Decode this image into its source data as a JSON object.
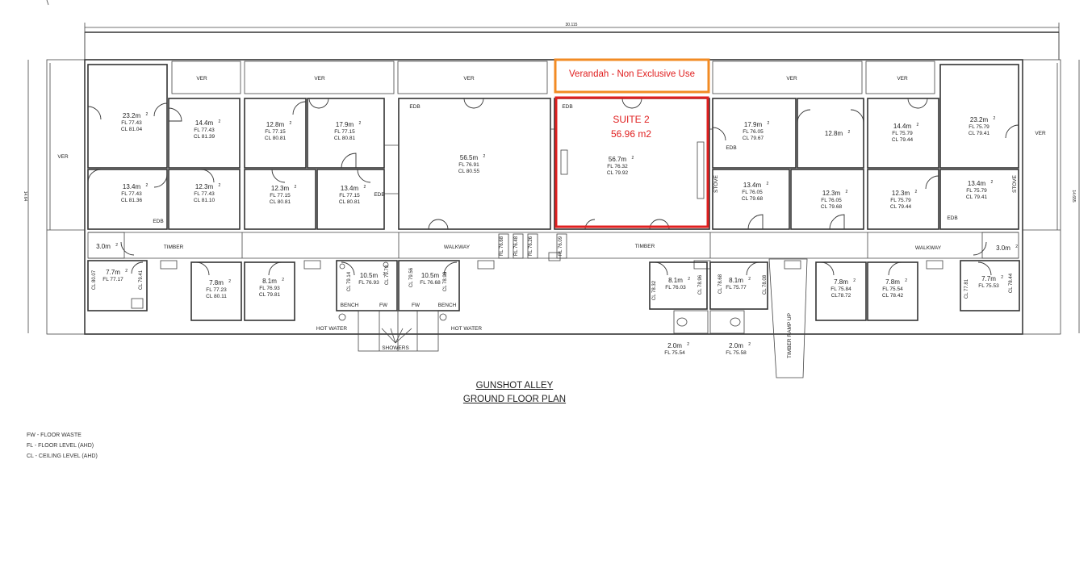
{
  "dimension_top": "30.115",
  "dimension_left": "14.64",
  "dimension_right": "14.655",
  "highlights": {
    "verandah_label": "Verandah - Non Exclusive Use",
    "suite_title": "SUITE 2",
    "suite_area": "56.96 m2",
    "suite_color": "#e02020",
    "verandah_color": "#f28b24"
  },
  "rooms": [
    {
      "area": "23.2m",
      "fl": "FL 77.43",
      "cl": "CL 81.04"
    },
    {
      "area": "14.4m",
      "fl": "FL 77.43",
      "cl": "CL 81.39"
    },
    {
      "area": "12.8m",
      "fl": "FL 77.15",
      "cl": "CL 80.81"
    },
    {
      "area": "17.9m",
      "fl": "FL 77.15",
      "cl": "CL 80.81"
    },
    {
      "area": "56.5m",
      "fl": "FL 76.91",
      "cl": "CL 80.55"
    },
    {
      "area": "56.7m",
      "fl": "FL 76.32",
      "cl": "CL 79.92"
    },
    {
      "area": "17.9m",
      "fl": "FL 76.05",
      "cl": "CL 79.67"
    },
    {
      "area": "12.8m",
      "fl": "",
      "cl": ""
    },
    {
      "area": "14.4m",
      "fl": "FL 75.79",
      "cl": "CL 79.44"
    },
    {
      "area": "23.2m",
      "fl": "FL 75.79",
      "cl": "CL 79.41"
    },
    {
      "area": "13.4m",
      "fl": "FL 77.43",
      "cl": "CL 81.36"
    },
    {
      "area": "12.3m",
      "fl": "FL 77.43",
      "cl": "CL 81.10"
    },
    {
      "area": "12.3m",
      "fl": "FL 77.15",
      "cl": "CL 80.81"
    },
    {
      "area": "13.4m",
      "fl": "FL 77.15",
      "cl": "CL 80.81"
    },
    {
      "area": "13.4m",
      "fl": "FL 76.05",
      "cl": "CL 79.68"
    },
    {
      "area": "12.3m",
      "fl": "FL 76.05",
      "cl": "CL 79.68"
    },
    {
      "area": "12.3m",
      "fl": "FL 75.79",
      "cl": "CL 79.44"
    },
    {
      "area": "13.4m",
      "fl": "FL 75.79",
      "cl": "CL 79.41"
    },
    {
      "area": "3.0m",
      "fl": "",
      "cl": ""
    },
    {
      "area": "3.0m",
      "fl": "",
      "cl": ""
    },
    {
      "area": "7.7m",
      "fl": "FL 77.17",
      "cl": ""
    },
    {
      "area": "7.8m",
      "fl": "FL 77.23",
      "cl": "CL 80.11"
    },
    {
      "area": "8.1m",
      "fl": "FL 76.93",
      "cl": "CL 79.81"
    },
    {
      "area": "10.5m",
      "fl": "FL 76.93",
      "cl": ""
    },
    {
      "area": "10.5m",
      "fl": "FL 76.68",
      "cl": ""
    },
    {
      "area": "8.1m",
      "fl": "FL 76.03",
      "cl": ""
    },
    {
      "area": "8.1m",
      "fl": "FL 75.77",
      "cl": ""
    },
    {
      "area": "7.8m",
      "fl": "FL 75.84",
      "cl": "CL78.72"
    },
    {
      "area": "7.8m",
      "fl": "FL 75.54",
      "cl": "CL 78.42"
    },
    {
      "area": "7.7m",
      "fl": "FL 75.53",
      "cl": ""
    },
    {
      "area": "2.0m",
      "fl": "FL 75.54",
      "cl": ""
    },
    {
      "area": "2.0m",
      "fl": "FL 75.58",
      "cl": ""
    }
  ],
  "superscript": "2",
  "labels": {
    "ver": "VER",
    "edb": "EDB",
    "stove": "STOVE",
    "timber": "TIMBER",
    "walkway": "WALKWAY",
    "bench": "BENCH",
    "fw": "FW",
    "hot_water": "HOT WATER",
    "showers": "SHOWERS",
    "ramp": "TIMBER RAMP UP"
  },
  "vertical_levels": [
    "CL 80.07",
    "CL 79.41",
    "CL 79.14",
    "CL 79.79",
    "CL 79.56",
    "CL 78.93",
    "RL 76.68",
    "RL 76.48",
    "RL 76.26",
    "RL 76.09",
    "CL 78.32",
    "CL 78.96",
    "CL 78.68",
    "CL 78.08",
    "CL 77.81",
    "CL 78.44"
  ],
  "title_line1": "GUNSHOT ALLEY",
  "title_line2": "GROUND FLOOR PLAN",
  "legend": [
    "FW - FLOOR WASTE",
    "FL - FLOOR LEVEL (AHD)",
    "CL - CEILING LEVEL (AHD)"
  ]
}
